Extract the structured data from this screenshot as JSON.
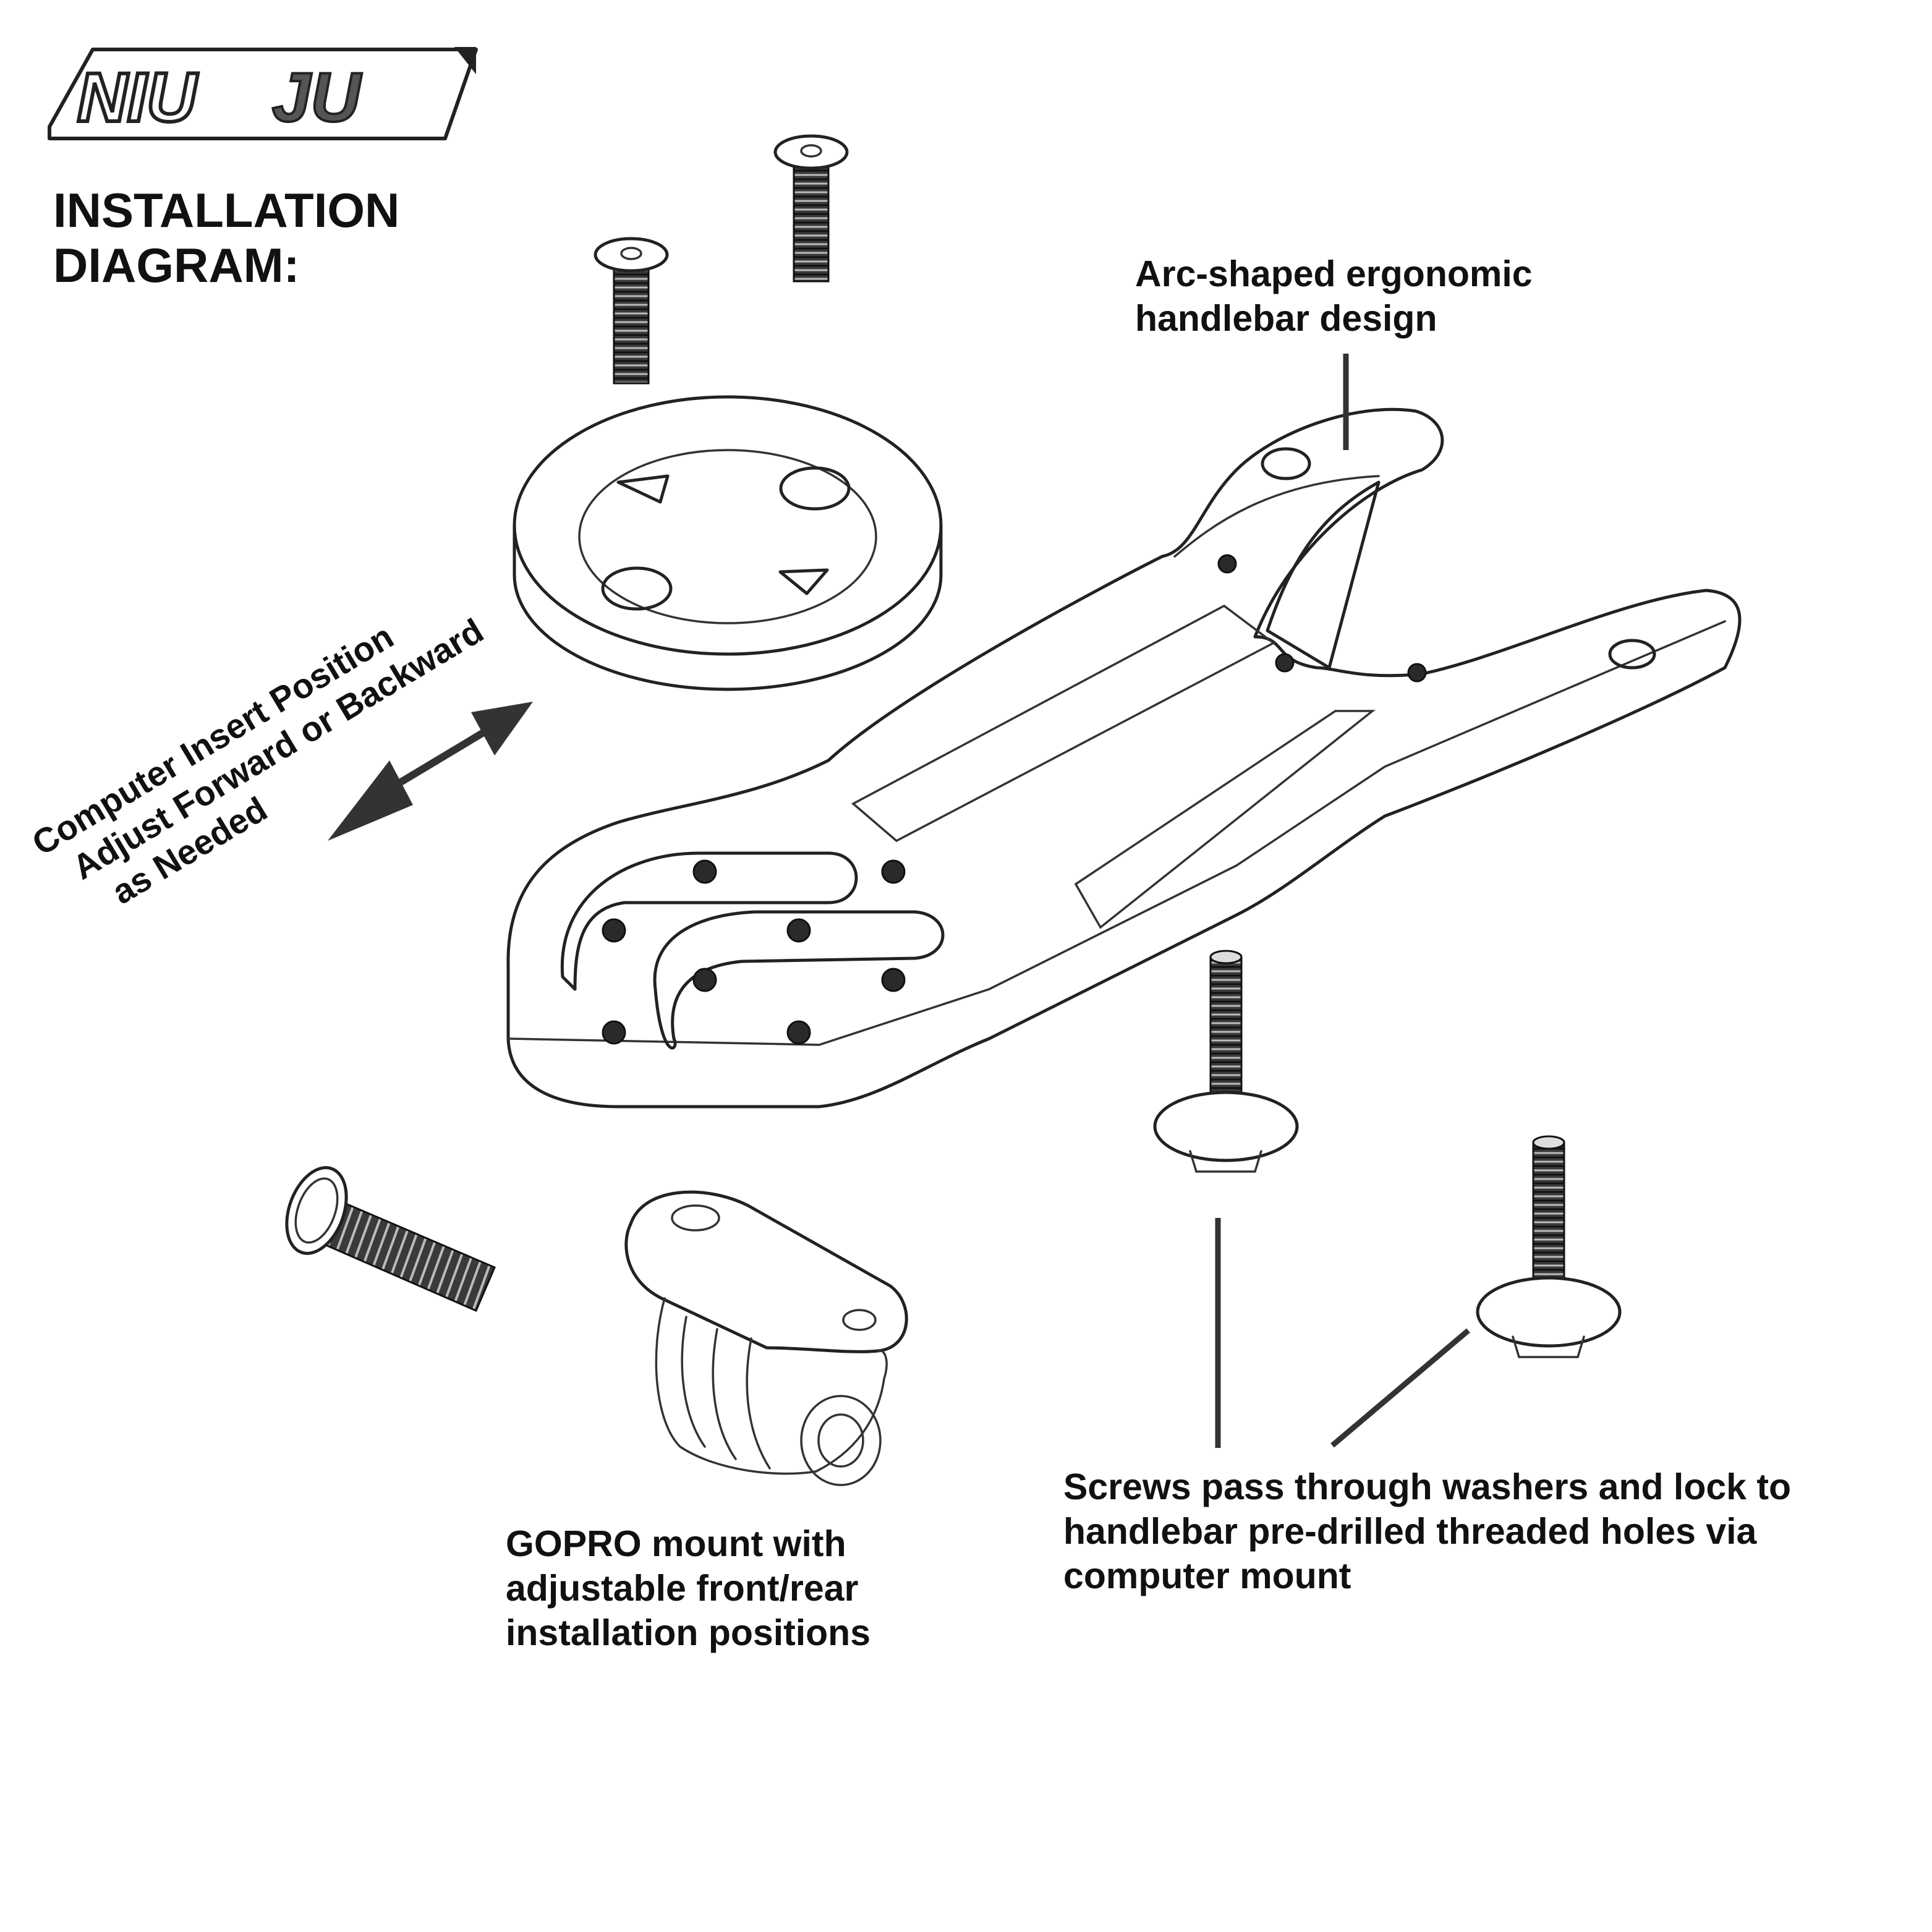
{
  "logo": {
    "text": "NIU JU"
  },
  "title": {
    "line1": "INSTALLATION",
    "line2": "DIAGRAM:"
  },
  "labels": {
    "arc": {
      "line1": "Arc-shaped ergonomic",
      "line2": "handlebar design"
    },
    "insert": {
      "line1": "Computer Insert Position",
      "line2": "Adjust Forward or Backward",
      "line3": "as Needed"
    },
    "gopro": {
      "line1": "GOPRO mount with",
      "line2": "adjustable front/rear",
      "line3": "installation positions"
    },
    "screws": {
      "line1": "Screws pass through washers and lock to",
      "line2": "handlebar pre-drilled threaded holes via",
      "line3": "computer mount"
    }
  },
  "colors": {
    "line": "#222222",
    "text": "#111111",
    "background": "#ffffff"
  }
}
